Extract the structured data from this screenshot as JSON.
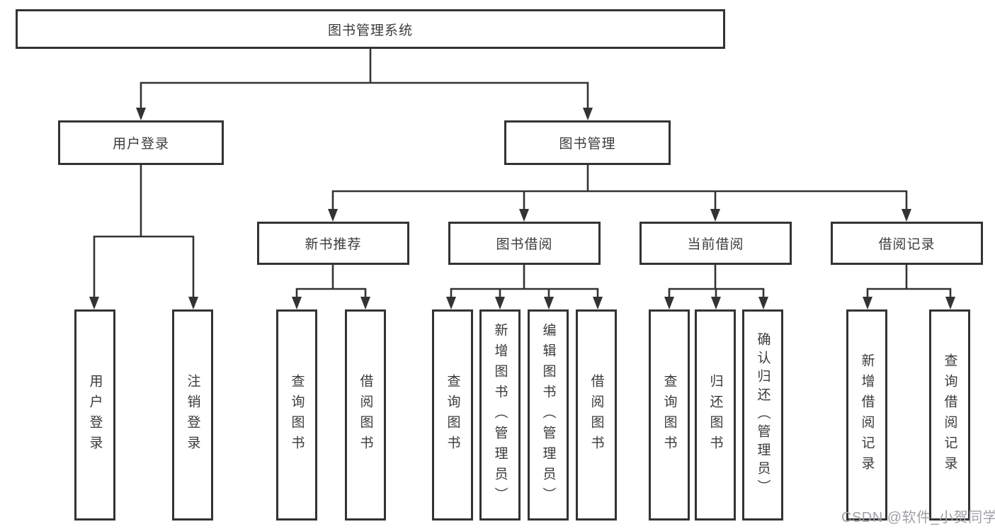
{
  "colors": {
    "line": "#333333",
    "box_border": "#333333",
    "text": "#3b3b3b",
    "watermark_gray": "#9fa0a5"
  },
  "tree": {
    "root": {
      "label": "图书管理系统"
    },
    "branches": [
      {
        "label": "用户登录",
        "children": [
          {
            "label": "用户登录"
          },
          {
            "label": "注销登录"
          }
        ]
      },
      {
        "label": "图书管理",
        "children": [
          {
            "label": "新书推荐",
            "children": [
              {
                "label": "查询图书"
              },
              {
                "label": "借阅图书"
              }
            ]
          },
          {
            "label": "图书借阅",
            "children": [
              {
                "label": "查询图书"
              },
              {
                "label": "新增图书（管理员）"
              },
              {
                "label": "编辑图书（管理员）"
              },
              {
                "label": "借阅图书"
              }
            ]
          },
          {
            "label": "当前借阅",
            "children": [
              {
                "label": "查询图书"
              },
              {
                "label": "归还图书"
              },
              {
                "label": "确认归还（管理员）"
              }
            ]
          },
          {
            "label": "借阅记录",
            "children": [
              {
                "label": "新增借阅记录"
              },
              {
                "label": "查询借阅记录"
              }
            ]
          }
        ]
      }
    ]
  },
  "watermark": {
    "text": "CSDN @软件_小贺同学"
  }
}
